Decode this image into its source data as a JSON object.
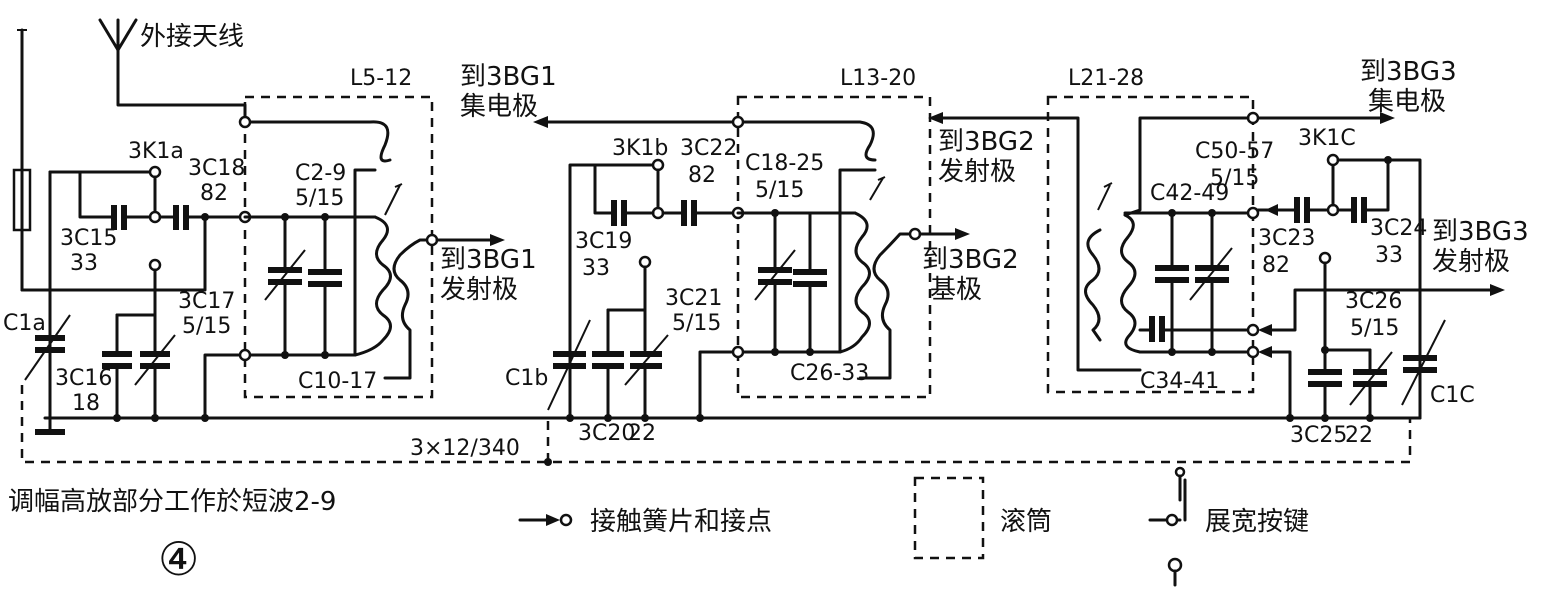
{
  "labels": {
    "ext_antenna": "外接天线",
    "L5_12": "L5-12",
    "L13_20": "L13-20",
    "L21_28": "L21-28",
    "to_3bg1_collector_a": "到3BG1",
    "to_3bg1_collector_b": "集电极",
    "to_3bg2_emitter_a": "到3BG2",
    "to_3bg2_emitter_b": "发射极",
    "to_3bg3_collector_a": "到3BG3",
    "to_3bg3_collector_b": "集电极",
    "to_3bg1_emitter_a": "到3BG1",
    "to_3bg1_emitter_b": "发射极",
    "to_3bg2_base_a": "到3BG2",
    "to_3bg2_base_b": "基极",
    "to_3bg3_emitter_a": "到3BG3",
    "to_3bg3_emitter_b": "发射极",
    "K1a": "3K1a",
    "K1b": "3K1b",
    "K1c": "3K1C",
    "C18": "3C18",
    "C18_val": "82",
    "C2_9": "C2-9",
    "C2_9_val": "5/15",
    "C15": "3C15",
    "C15_val": "33",
    "C17": "3C17",
    "C17_val": "5/15",
    "C1a": "C1a",
    "C16": "3C16",
    "C16_val": "18",
    "C10_17": "C10-17",
    "C22": "3C22",
    "C22_val": "82",
    "C18_25": "C18-25",
    "C18_25_val": "5/15",
    "C19": "3C19",
    "C19_val": "33",
    "C21": "3C21",
    "C21_val": "5/15",
    "C1b": "C1b",
    "C20": "3C20",
    "C20_val": "22",
    "C26_33": "C26-33",
    "C50_57": "C50-57",
    "C50_57_val": "5/15",
    "C42_49": "C42-49",
    "C23": "3C23",
    "C23_val": "82",
    "C24": "3C24",
    "C24_val": "33",
    "C26": "3C26",
    "C26_val": "5/15",
    "C34_41": "C34-41",
    "C1c": "C1C",
    "C25": "3C25",
    "C25_val": "22",
    "gang": "3×12/340",
    "caption": "调幅高放部分工作於短波2-9",
    "figure_number": "④"
  },
  "legend": {
    "contact": "接触簧片和接点",
    "drum": "滚筒",
    "key": "展宽按键"
  }
}
